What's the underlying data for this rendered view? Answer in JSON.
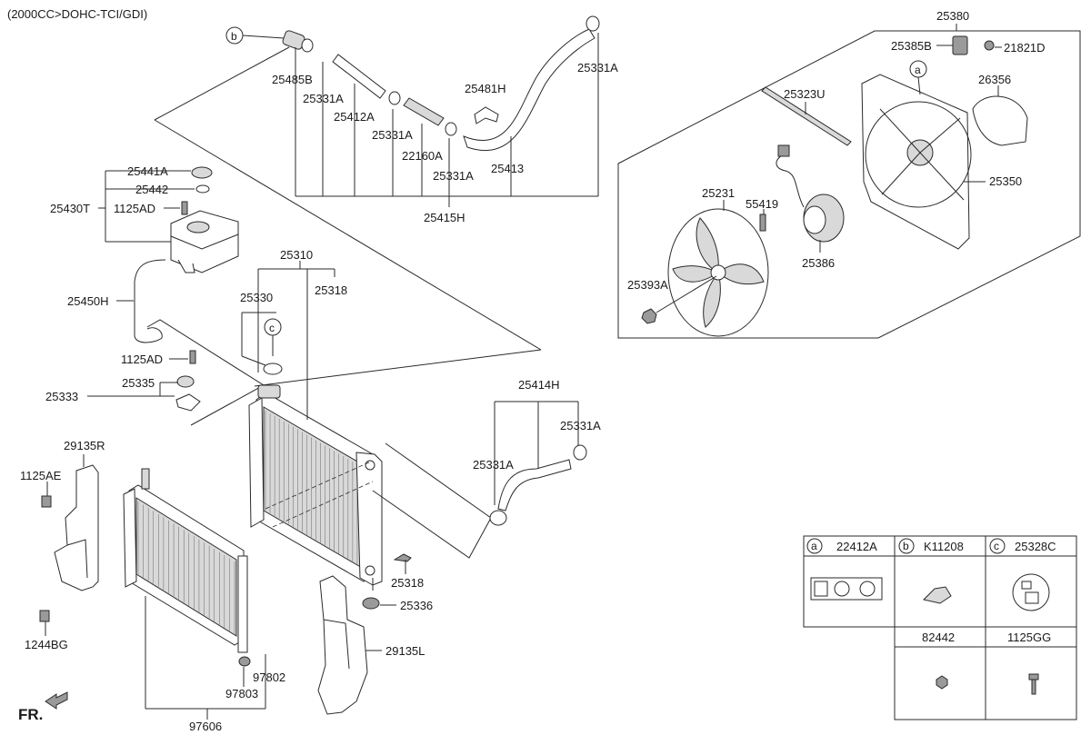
{
  "header": {
    "engine_note": "(2000CC>DOHC-TCI/GDI)"
  },
  "direction_label": "FR.",
  "labels": {
    "p25485B": "25485B",
    "p25331A_1": "25331A",
    "p25412A": "25412A",
    "p25331A_2": "25331A",
    "p22160A": "22160A",
    "p25481H": "25481H",
    "p25331A_3": "25331A",
    "p25413": "25413",
    "p25331A_4": "25331A",
    "p25415H": "25415H",
    "p25441A": "25441A",
    "p25442": "25442",
    "p25430T": "25430T",
    "p1125AD_1": "1125AD",
    "p25450H": "25450H",
    "p1125AD_2": "1125AD",
    "p25335": "25335",
    "p25333": "25333",
    "p25310": "25310",
    "p25330": "25330",
    "p25318_1": "25318",
    "p25414H": "25414H",
    "p25331A_5": "25331A",
    "p25331A_6": "25331A",
    "p25318_2": "25318",
    "p25336": "25336",
    "p29135L": "29135L",
    "p29135R": "29135R",
    "p1125AE": "1125AE",
    "p1244BG": "1244BG",
    "p97802": "97802",
    "p97803": "97803",
    "p97606": "97606",
    "p25380": "25380",
    "p25385B": "25385B",
    "p21821D": "21821D",
    "p26356": "26356",
    "p25323U": "25323U",
    "p25350": "25350",
    "p25231": "25231",
    "p55419": "55419",
    "p25386": "25386",
    "p25393A": "25393A"
  },
  "callouts": {
    "a": "a",
    "b": "b",
    "c": "c"
  },
  "legend": {
    "cells": [
      {
        "letter": "a",
        "part": "22412A"
      },
      {
        "letter": "b",
        "part": "K11208"
      },
      {
        "letter": "c",
        "part": "25328C"
      }
    ],
    "bottom": [
      {
        "part": "82442"
      },
      {
        "part": "1125GG"
      }
    ]
  }
}
